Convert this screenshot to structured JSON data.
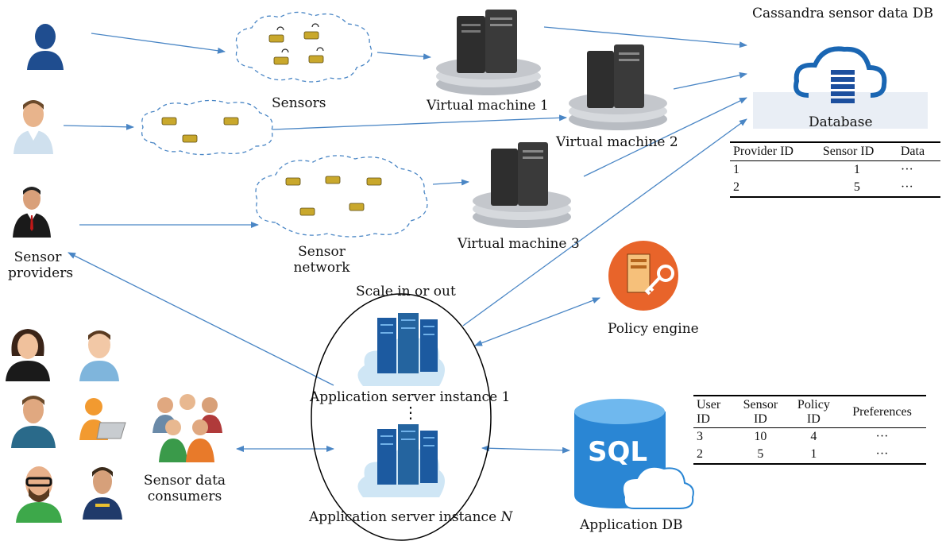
{
  "labels": {
    "sensors": "Sensors",
    "sensor_network": "Sensor\nnetwork",
    "sensor_providers": "Sensor\nproviders",
    "vm1": "Virtual machine 1",
    "vm2": "Virtual machine 2",
    "vm3": "Virtual machine 3",
    "cassandra": "Cassandra sensor data DB",
    "database": "Database",
    "policy_engine": "Policy engine",
    "scale": "Scale in or out",
    "app1": "Application server instance 1",
    "appn_prefix": "Application server instance ",
    "appn_var": "N",
    "vdots": "⋮",
    "consumers": "Sensor data\nconsumers",
    "app_db": "Application DB",
    "sql": "SQL"
  },
  "sensor_table": {
    "headers": [
      "Provider ID",
      "Sensor ID",
      "Data"
    ],
    "rows": [
      [
        "1",
        "1",
        "···"
      ],
      [
        "2",
        "5",
        "···"
      ]
    ]
  },
  "app_table": {
    "headers": [
      "User\nID",
      "Sensor\nID",
      "Policy\nID",
      "Preferences"
    ],
    "rows": [
      [
        "3",
        "10",
        "4",
        "···"
      ],
      [
        "2",
        "5",
        "1",
        "···"
      ]
    ]
  },
  "colors": {
    "arrow": "#4a86c5",
    "server": "#1c5aa0",
    "db_blue": "#2a86d4",
    "policy": "#e8642a"
  }
}
